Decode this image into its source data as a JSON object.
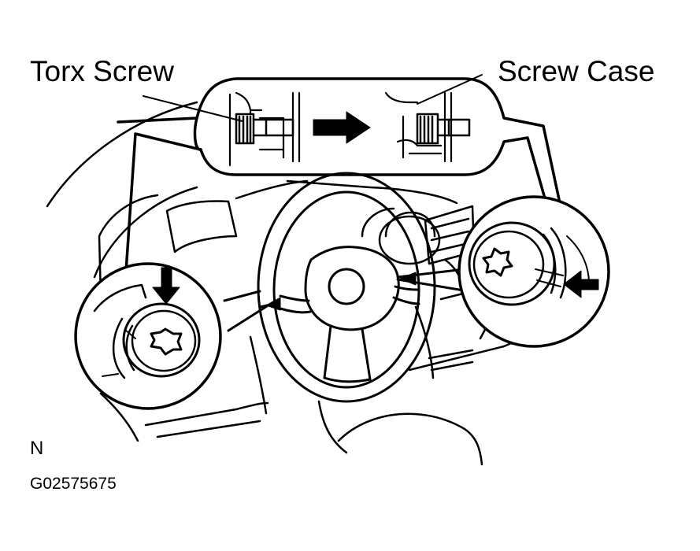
{
  "labels": {
    "torx_screw": "Torx Screw",
    "screw_case": "Screw Case",
    "view_marker": "N",
    "figure_code": "G02575675"
  },
  "colors": {
    "ink": "#000000",
    "paper": "#ffffff"
  }
}
